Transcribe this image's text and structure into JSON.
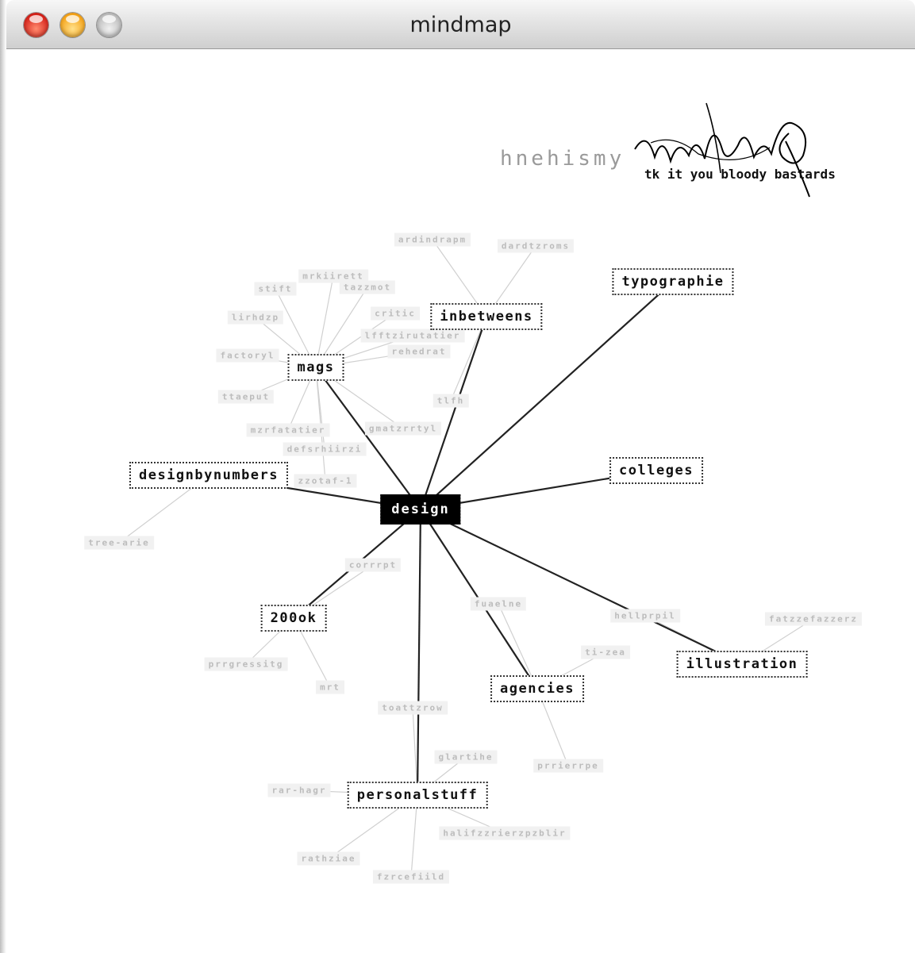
{
  "window": {
    "title": "mindmap"
  },
  "banner": {
    "text": "hnehismy",
    "subtext": "tk it you bloody bastards"
  },
  "center_node": {
    "label": "design"
  },
  "main_nodes": [
    {
      "id": "inbetweens",
      "label": "inbetweens"
    },
    {
      "id": "typographie",
      "label": "typographie"
    },
    {
      "id": "mags",
      "label": "mags"
    },
    {
      "id": "designbynumbers",
      "label": "designbynumbers"
    },
    {
      "id": "colleges",
      "label": "colleges"
    },
    {
      "id": "200ok",
      "label": "200ok"
    },
    {
      "id": "illustration",
      "label": "illustration"
    },
    {
      "id": "agencies",
      "label": "agencies"
    },
    {
      "id": "personalstuff",
      "label": "personalstuff"
    }
  ],
  "ghost_nodes": [
    {
      "parent": "inbetweens",
      "label": "ardindrapm"
    },
    {
      "parent": "inbetweens",
      "label": "dardtzroms"
    },
    {
      "parent": "inbetweens",
      "label": "tlfh"
    },
    {
      "parent": "mags",
      "label": "mrkiirett"
    },
    {
      "parent": "mags",
      "label": "stift"
    },
    {
      "parent": "mags",
      "label": "tazzmot"
    },
    {
      "parent": "mags",
      "label": "lirhdzp"
    },
    {
      "parent": "mags",
      "label": "critic"
    },
    {
      "parent": "mags",
      "label": "lfftzirutatier"
    },
    {
      "parent": "mags",
      "label": "rehedrat"
    },
    {
      "parent": "mags",
      "label": "factoryl"
    },
    {
      "parent": "mags",
      "label": "ttaeput"
    },
    {
      "parent": "mags",
      "label": "mzrfatatier"
    },
    {
      "parent": "mags",
      "label": "gmatzrrtyl"
    },
    {
      "parent": "mags",
      "label": "defsrhiirzi"
    },
    {
      "parent": "mags",
      "label": "zzotaf-1"
    },
    {
      "parent": "designbynumbers",
      "label": "tree-arie"
    },
    {
      "parent": "200ok",
      "label": "corrrpt"
    },
    {
      "parent": "200ok",
      "label": "prrgressitg"
    },
    {
      "parent": "200ok",
      "label": "mrt"
    },
    {
      "parent": "agencies",
      "label": "fuaelne"
    },
    {
      "parent": "agencies",
      "label": "ti-zea"
    },
    {
      "parent": "agencies",
      "label": "prrierrpe"
    },
    {
      "parent": "illustration",
      "label": "hellprpil"
    },
    {
      "parent": "illustration",
      "label": "fatzzefazzerz"
    },
    {
      "parent": "personalstuff",
      "label": "toattzrow"
    },
    {
      "parent": "personalstuff",
      "label": "glartihe"
    },
    {
      "parent": "personalstuff",
      "label": "rar-hagr"
    },
    {
      "parent": "personalstuff",
      "label": "halifzzrierzpzblir"
    },
    {
      "parent": "personalstuff",
      "label": "rathziae"
    },
    {
      "parent": "personalstuff",
      "label": "fzrcefiild"
    }
  ]
}
